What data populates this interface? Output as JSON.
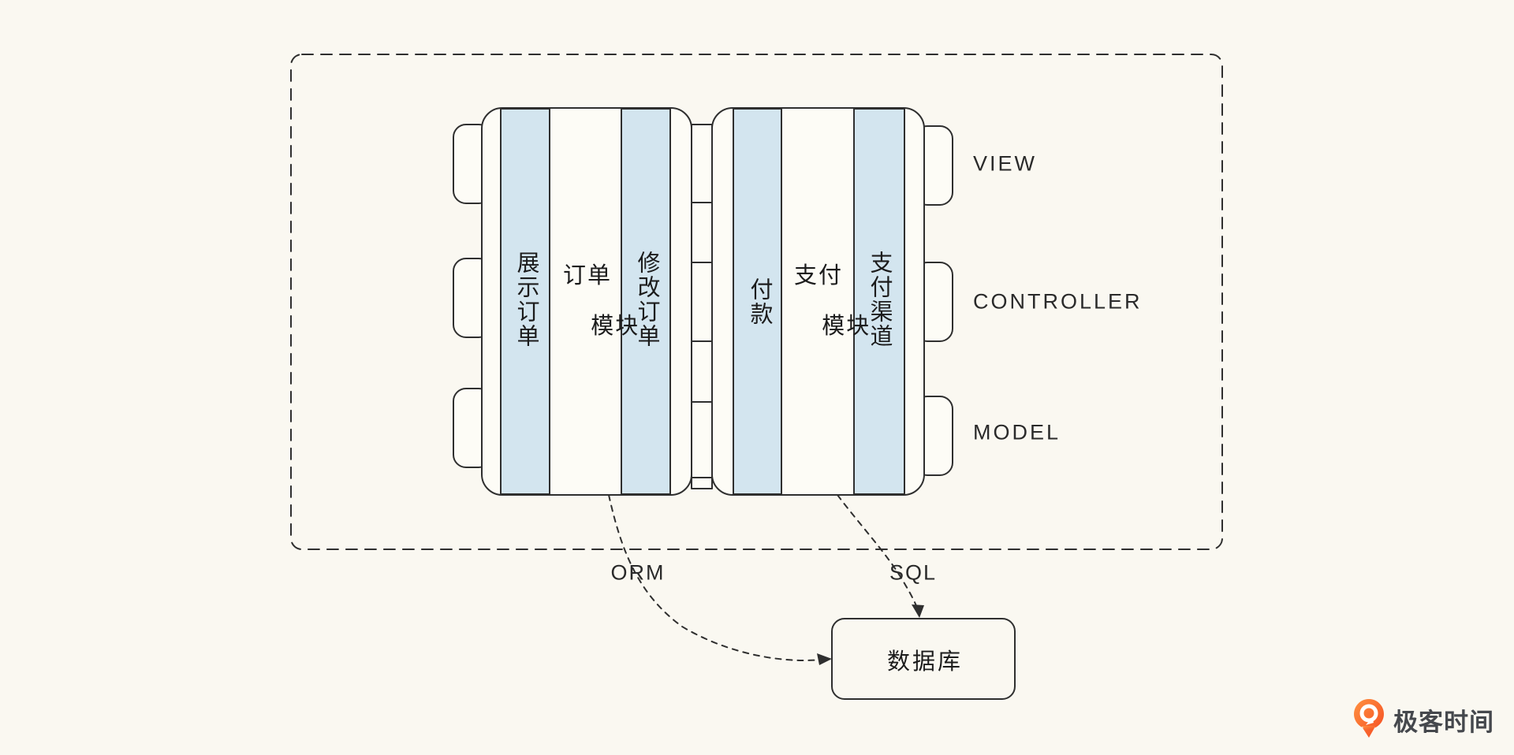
{
  "canvas": {
    "background": "#FAF8F1"
  },
  "colors": {
    "line": "#2F2F2F",
    "stripe_blue": "#D3E5EF",
    "module_fill": "#FDFCF6",
    "logo_orange_light": "#FF9140",
    "logo_orange_dark": "#F44B22",
    "logo_text_color": "#45484D"
  },
  "layers": [
    {
      "label": "VIEW"
    },
    {
      "label": "CONTROLLER"
    },
    {
      "label": "MODEL"
    }
  ],
  "modules": {
    "order": {
      "left_stripe": "展示订单",
      "center": [
        "订单",
        "模块"
      ],
      "right_stripe": "修改订单"
    },
    "payment": {
      "left_stripe": "付款",
      "center": [
        "支付",
        "模块"
      ],
      "right_stripe": "支付渠道"
    }
  },
  "connectors": {
    "orm": "ORM",
    "sql": "SQL"
  },
  "database": {
    "label": "数据库"
  },
  "logo": {
    "text": "极客时间"
  }
}
